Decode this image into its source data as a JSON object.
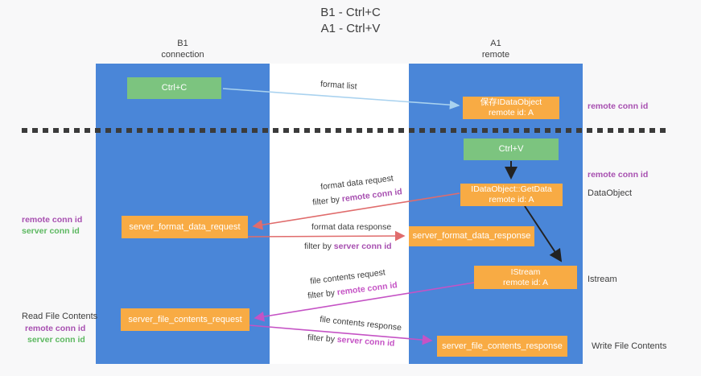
{
  "title": {
    "line1": "B1 - Ctrl+C",
    "line2": "A1 - Ctrl+V"
  },
  "lifelines": {
    "left": {
      "name": "B1",
      "role": "connection"
    },
    "right": {
      "name": "A1",
      "role": "remote"
    }
  },
  "nodes": {
    "ctrl_c": {
      "label": "Ctrl+C"
    },
    "save_idataobject": {
      "line1": "保存IDataObject",
      "line2": "remote id: A"
    },
    "ctrl_v": {
      "label": "Ctrl+V"
    },
    "getdata": {
      "line1": "IDataObject::GetData",
      "line2": "remote id: A"
    },
    "server_format_data_request": {
      "label": "server_format_data_request"
    },
    "server_format_data_response": {
      "label": "server_format_data_response"
    },
    "istream": {
      "line1": "IStream",
      "line2": "remote id: A"
    },
    "server_file_contents_request": {
      "label": "server_file_contents_request"
    },
    "server_file_contents_response": {
      "label": "server_file_contents_response"
    }
  },
  "side_labels": {
    "right_remote_conn_id_top": "remote conn id",
    "right_remote_conn_id_mid": "remote conn id",
    "right_dataobject": "DataObject",
    "right_istream": "Istream",
    "right_write_file_contents": "Write File Contents",
    "left_remote_conn_id_top": "remote conn id",
    "left_server_conn_id_top": "server conn id",
    "left_read_file_contents": "Read File Contents",
    "left_remote_conn_id_bottom": "remote conn id",
    "left_server_conn_id_bottom": "server conn id"
  },
  "arrow_labels": {
    "format_list": "format list",
    "format_data_request": "format data request",
    "format_data_response": "format data response",
    "file_contents_request": "file contents request",
    "file_contents_response": "file contents response",
    "filter_by": "filter by ",
    "remote_conn_id": "remote conn id",
    "server_conn_id": "server conn id"
  },
  "colors": {
    "lifeline_blue": "#4a86d8",
    "node_green": "#7cc47f",
    "node_orange": "#f8ab44",
    "arrow_red": "#e06c6c",
    "arrow_magenta": "#c553c5",
    "arrow_lightblue": "#a9d2ef",
    "arrow_black": "#222222",
    "text_purple": "#a74fb0",
    "text_green": "#5cb860",
    "dashed_line": "#3b3b3b",
    "background": "#f8f8f9",
    "canvas": "#ffffff"
  }
}
